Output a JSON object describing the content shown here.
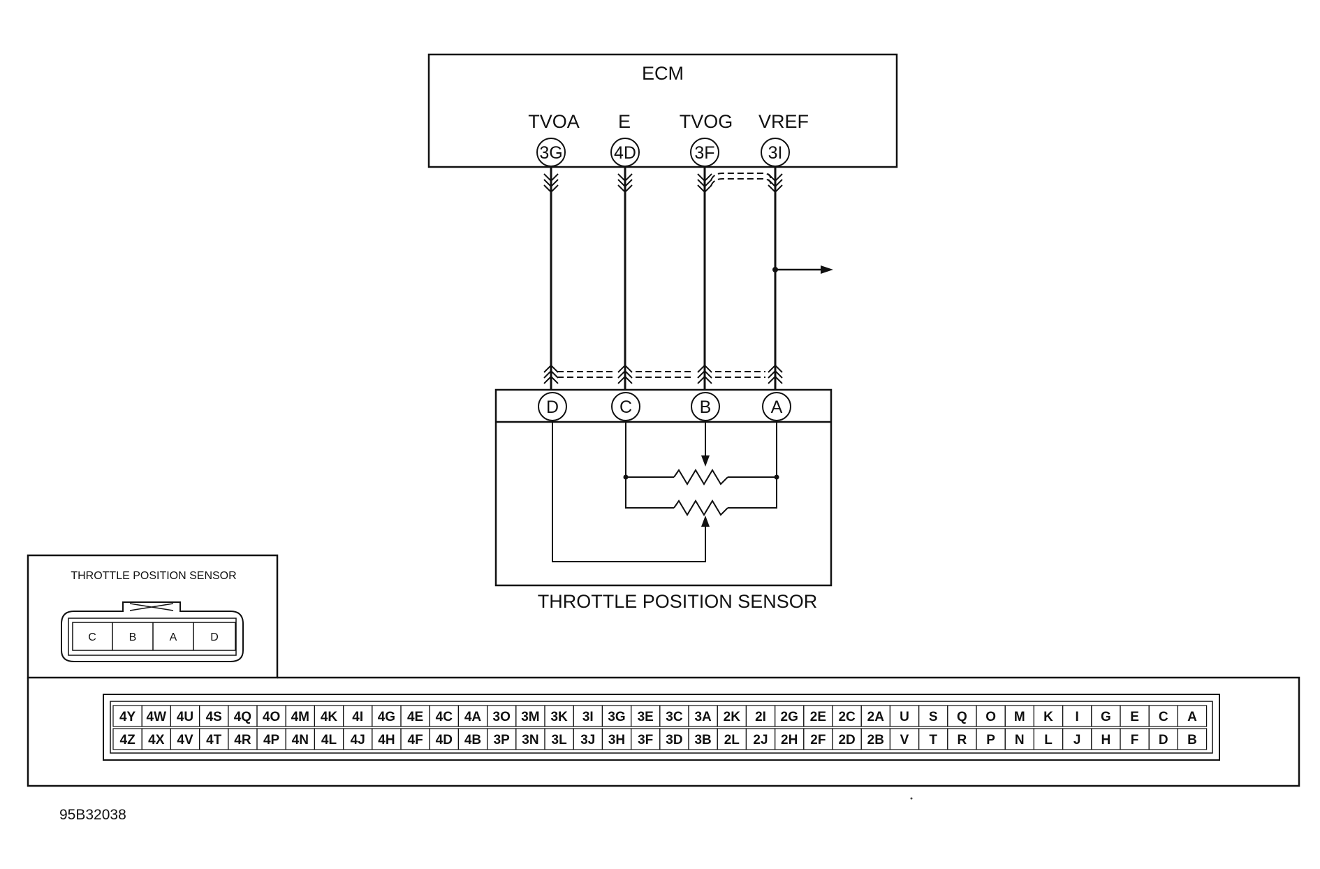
{
  "ecm": {
    "title": "ECM",
    "terminals": [
      {
        "name": "TVOA",
        "pin": "3G"
      },
      {
        "name": "E",
        "pin": "4D"
      },
      {
        "name": "TVOG",
        "pin": "3F"
      },
      {
        "name": "VREF",
        "pin": "3I"
      }
    ]
  },
  "sensor": {
    "label": "THROTTLE POSITION SENSOR",
    "pins": [
      "D",
      "C",
      "B",
      "A"
    ]
  },
  "sensor_connector": {
    "title": "THROTTLE POSITION SENSOR",
    "pins": [
      "C",
      "B",
      "A",
      "D"
    ]
  },
  "ecm_connector": {
    "top_row": [
      "4Y",
      "4W",
      "4U",
      "4S",
      "4Q",
      "4O",
      "4M",
      "4K",
      "4I",
      "4G",
      "4E",
      "4C",
      "4A",
      "3O",
      "3M",
      "3K",
      "3I",
      "3G",
      "3E",
      "3C",
      "3A",
      "2K",
      "2I",
      "2G",
      "2E",
      "2C",
      "2A",
      "U",
      "S",
      "Q",
      "O",
      "M",
      "K",
      "I",
      "G",
      "E",
      "C",
      "A"
    ],
    "bottom_row": [
      "4Z",
      "4X",
      "4V",
      "4T",
      "4R",
      "4P",
      "4N",
      "4L",
      "4J",
      "4H",
      "4F",
      "4D",
      "4B",
      "3P",
      "3N",
      "3L",
      "3J",
      "3H",
      "3F",
      "3D",
      "3B",
      "2L",
      "2J",
      "2H",
      "2F",
      "2D",
      "2B",
      "V",
      "T",
      "R",
      "P",
      "N",
      "L",
      "J",
      "H",
      "F",
      "D",
      "B"
    ]
  },
  "figure_id": "95B32038"
}
